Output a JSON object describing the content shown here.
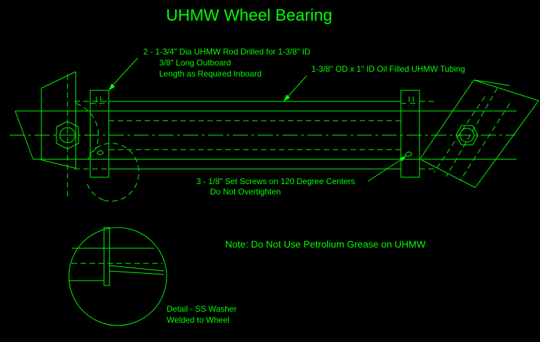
{
  "title": "UHMW Wheel Bearing",
  "labels": {
    "rod_line1": "2 - 1-3/4\" Dia UHMW Rod Drilled for 1-3/8\" ID",
    "rod_line2": "3/8\" Long Outboard",
    "rod_line3": "Length as Required Inboard",
    "tubing": "1-3/8\" OD x 1\" ID Oil Filled UHMW Tubing",
    "screws_line1": "3 - 1/8\" Set Screws on 120 Degree Centers",
    "screws_line2": "Do Not Overtighten",
    "note": "Note: Do Not Use Petrolium Grease on UHMW",
    "detail_line1": "Detail - SS Washer",
    "detail_line2": "Welded to Wheel"
  },
  "colors": {
    "background": "#000000",
    "line": "#00ff00"
  }
}
